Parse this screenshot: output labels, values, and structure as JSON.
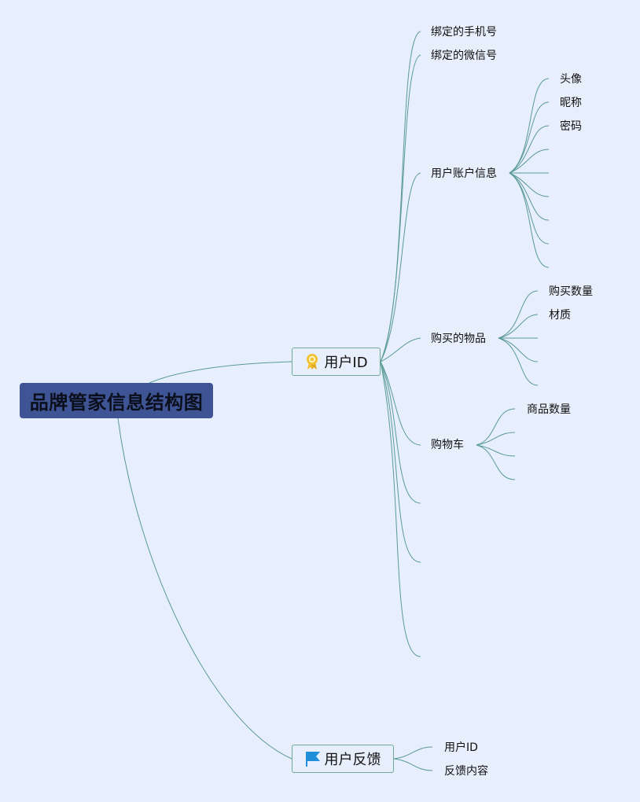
{
  "root": {
    "label": "品牌管家信息结构图"
  },
  "branch_user_id": {
    "label": "用户ID",
    "icon": "award-ribbon-icon",
    "children": {
      "bound_phone": "绑定的手机号",
      "bound_wechat": "绑定的微信号",
      "account_info": {
        "label": "用户账户信息",
        "children": [
          "头像",
          "昵称",
          "密码"
        ]
      },
      "purchased_items": {
        "label": "购买的物品",
        "children": [
          "购买数量",
          "材质"
        ]
      },
      "cart": {
        "label": "购物车",
        "children": [
          "商品数量"
        ]
      }
    }
  },
  "branch_feedback": {
    "label": "用户反馈",
    "icon": "flag-icon",
    "children": [
      "用户ID",
      "反馈内容"
    ]
  },
  "colors": {
    "background": "#e7effc",
    "root_fill": "#3f5494",
    "connector": "#5a9a94",
    "node_border": "#6fa6a0",
    "ribbon_icon": "#f2c12e",
    "flag_icon": "#1e8fd8"
  }
}
